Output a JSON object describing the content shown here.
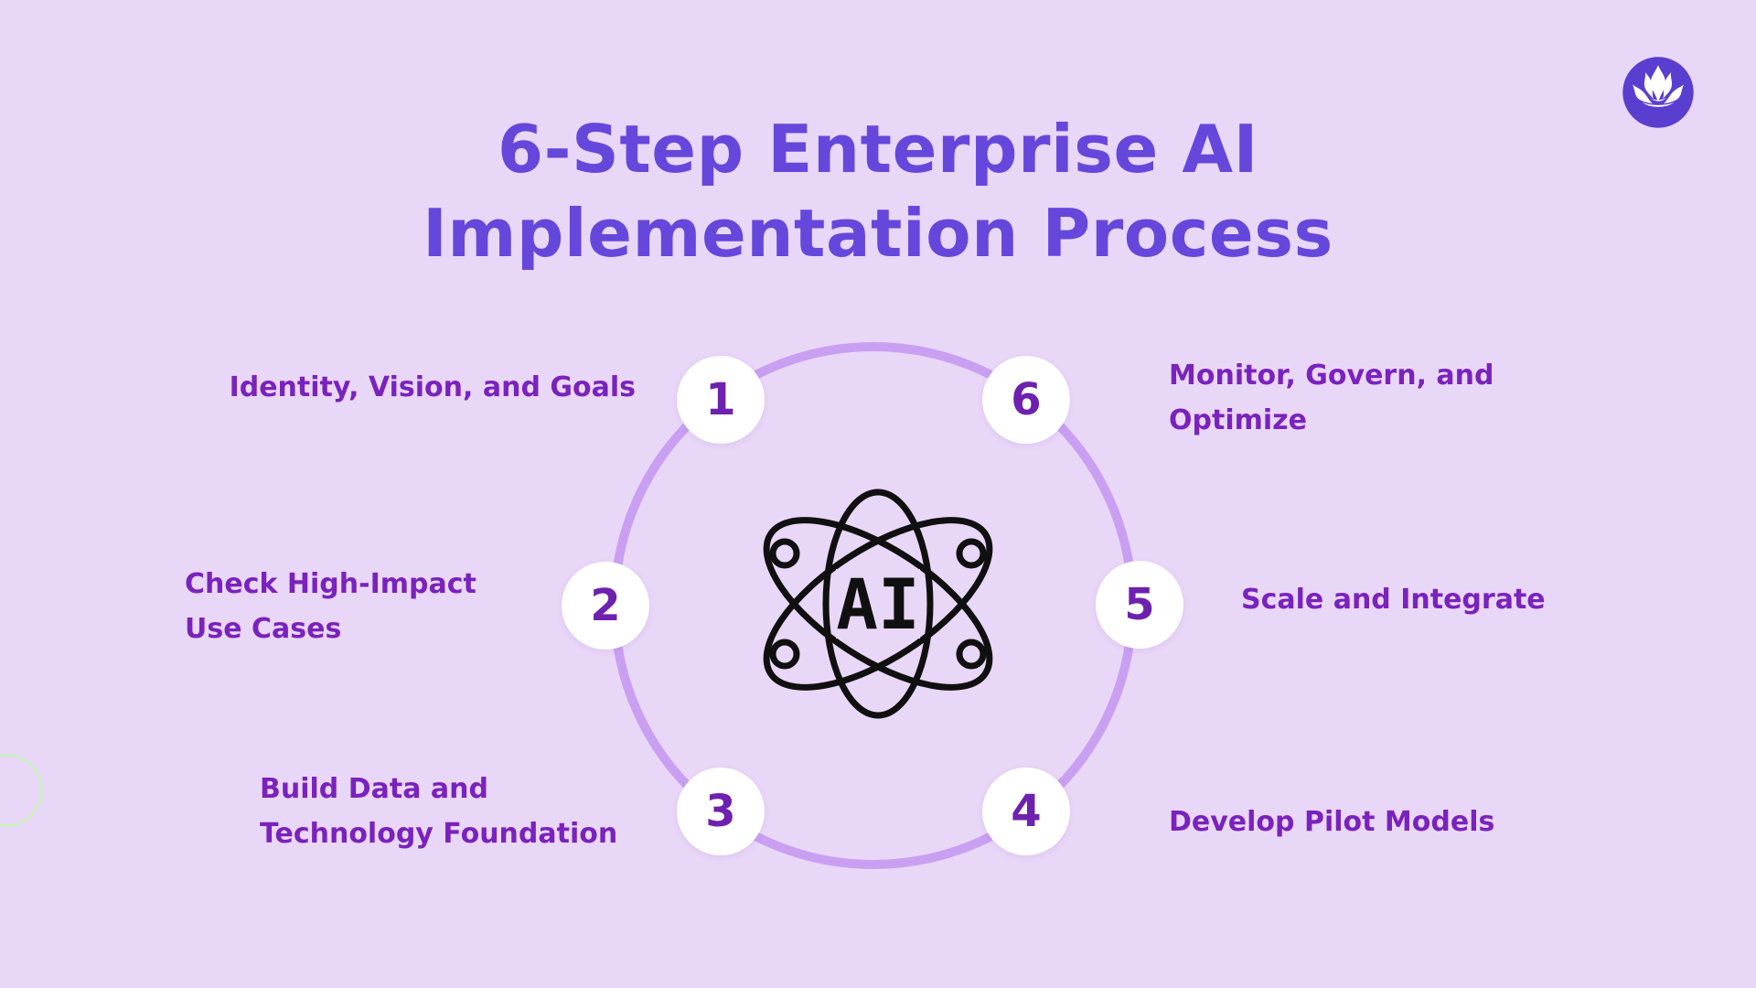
{
  "title": {
    "line1": "6-Step Enterprise AI",
    "line2": "Implementation Process"
  },
  "center": {
    "label": "AI"
  },
  "steps": [
    {
      "number": "1",
      "line1": "Identity, Vision, and Goals",
      "line2": ""
    },
    {
      "number": "2",
      "line1": "Check High-Impact",
      "line2": "Use Cases"
    },
    {
      "number": "3",
      "line1": "Build Data and",
      "line2": "Technology Foundation"
    },
    {
      "number": "4",
      "line1": "Develop Pilot Models",
      "line2": ""
    },
    {
      "number": "5",
      "line1": "Scale and Integrate",
      "line2": ""
    },
    {
      "number": "6",
      "line1": "Monitor, Govern, and",
      "line2": "Optimize"
    }
  ],
  "icons": {
    "logo": "lotus-icon",
    "center": "ai-atom-icon"
  },
  "colors": {
    "background": "#E9D7F8",
    "title": "#6647DC",
    "step_label": "#7A22BD",
    "step_number": "#6E21AE",
    "ring": "#C9A0F1",
    "node_fill": "#FFFFFF",
    "logo_circle": "#5A3ED0",
    "logo_glyph": "#FFFFFF",
    "atom_stroke": "#101010",
    "accent_circle": "#CDEEC5"
  }
}
